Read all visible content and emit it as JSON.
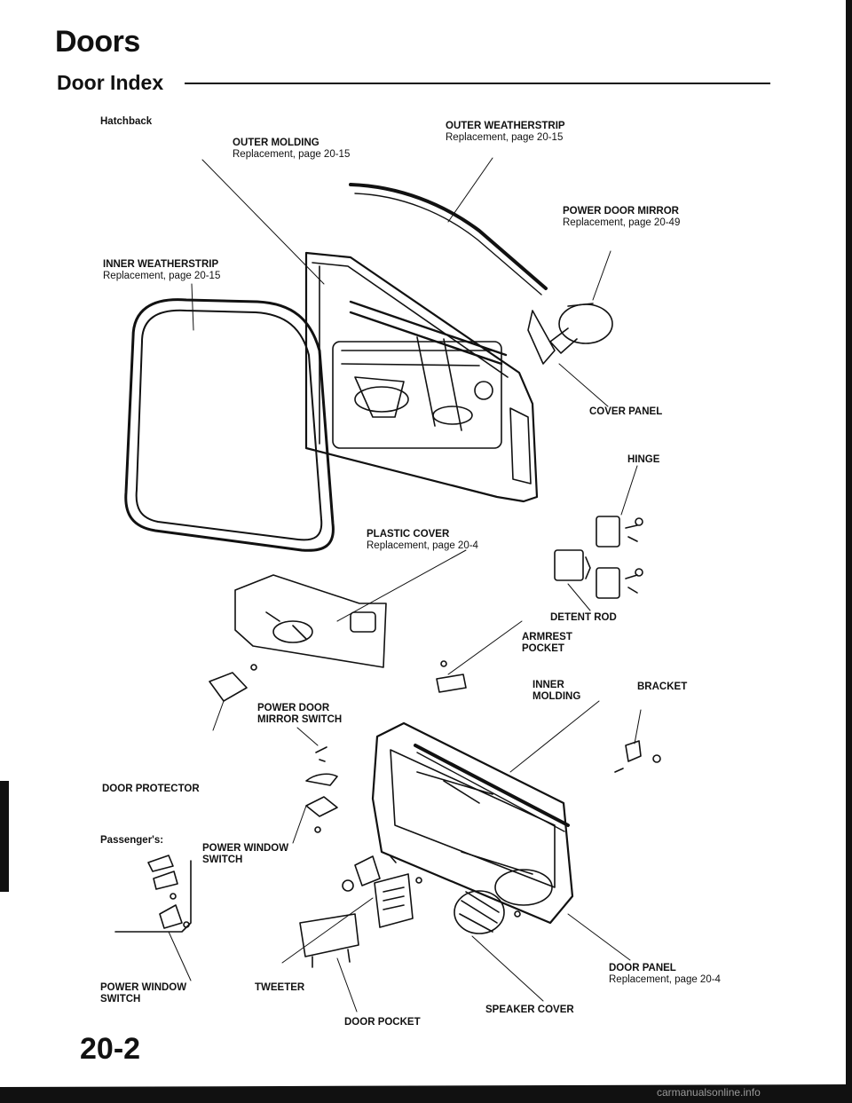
{
  "header": {
    "section": "Doors",
    "subsection": "Door Index"
  },
  "variant": "Hatchback",
  "labels": {
    "outer_molding": {
      "name": "OUTER MOLDING",
      "ref": "Replacement, page 20-15"
    },
    "outer_weatherstrip": {
      "name": "OUTER WEATHERSTRIP",
      "ref": "Replacement, page 20-15"
    },
    "power_door_mirror": {
      "name": "POWER DOOR MIRROR",
      "ref": "Replacement, page 20-49"
    },
    "inner_weatherstrip": {
      "name": "INNER WEATHERSTRIP",
      "ref": "Replacement, page 20-15"
    },
    "cover_panel": {
      "name": "COVER PANEL"
    },
    "hinge": {
      "name": "HINGE"
    },
    "plastic_cover": {
      "name": "PLASTIC COVER",
      "ref": "Replacement, page 20-4"
    },
    "detent_rod": {
      "name": "DETENT ROD"
    },
    "armrest_pocket": {
      "line1": "ARMREST",
      "line2": "POCKET"
    },
    "inner_molding": {
      "line1": "INNER",
      "line2": "MOLDING"
    },
    "bracket": {
      "name": "BRACKET"
    },
    "power_door_mirror_switch": {
      "line1": "POWER DOOR",
      "line2": "MIRROR SWITCH"
    },
    "door_protector": {
      "name": "DOOR PROTECTOR"
    },
    "passengers": {
      "name": "Passenger's:"
    },
    "power_window_switch_center": {
      "line1": "POWER WINDOW",
      "line2": "SWITCH"
    },
    "power_window_switch_left": {
      "line1": "POWER WINDOW",
      "line2": "SWITCH"
    },
    "tweeter": {
      "name": "TWEETER"
    },
    "door_panel": {
      "name": "DOOR PANEL",
      "ref": "Replacement, page 20-4"
    },
    "speaker_cover": {
      "name": "SPEAKER COVER"
    },
    "door_pocket": {
      "name": "DOOR POCKET"
    }
  },
  "footer": {
    "page_number": "20-2",
    "watermark": "carmanualsonline.info"
  },
  "colors": {
    "ink": "#111111",
    "paper": "#ffffff"
  }
}
